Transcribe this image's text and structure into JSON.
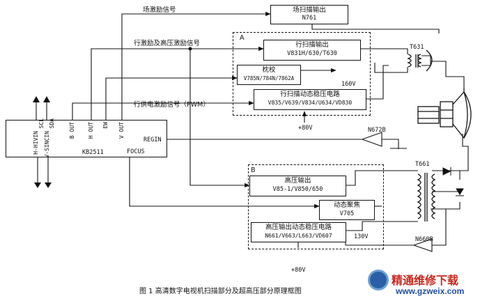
{
  "signals": {
    "field_drive": "场激励信号",
    "line_hv_drive": "行激励及高压激励信号",
    "line_supply_drive": "行供电激励信号（PWM）"
  },
  "blocks": {
    "field_scan_title": "场扫描输出",
    "field_scan_part": "N761",
    "line_scan_title": "行扫描输出",
    "line_scan_part": "V831H/630/T630",
    "pincushion_title": "枕校",
    "pincushion_part": "V785N/784N/7862A",
    "line_reg_title": "行扫描动态稳压电路",
    "line_reg_part": "V835/V639/V834/U634/VD830",
    "hv_out_title": "高压输出",
    "hv_out_part": "V85-1/V850/650",
    "dyn_focus_title": "动态聚焦",
    "dyn_focus_part": "V705",
    "hv_reg_title": "高压输出动态稳压电路",
    "hv_reg_part": "N661/V663/L663/VD607"
  },
  "groups": {
    "a_label": "A",
    "b_label": "B"
  },
  "ic": {
    "name": "KB2511",
    "pins_top": [
      "B OUT",
      "H OUT",
      "EW",
      "V OUT"
    ],
    "pin_regin": "REGIN",
    "pin_focus": "FOCUS",
    "pins_left": [
      "SCL",
      "SDA"
    ],
    "pins_bottom": [
      "H-HIVIN",
      "V-SINCIN"
    ]
  },
  "components": {
    "t631": "T631",
    "t661": "T661",
    "n672b": "N672B",
    "n660b": "N660B"
  },
  "voltages": {
    "v160": "160V",
    "v80_a": "+80V",
    "v130": "130V",
    "v80_b": "+80V"
  },
  "caption": "图 1  高清数字电视机扫描部分及超高压部分原理框图",
  "watermark": {
    "title": "精通维修下载",
    "url": "www.gzweix.com"
  }
}
